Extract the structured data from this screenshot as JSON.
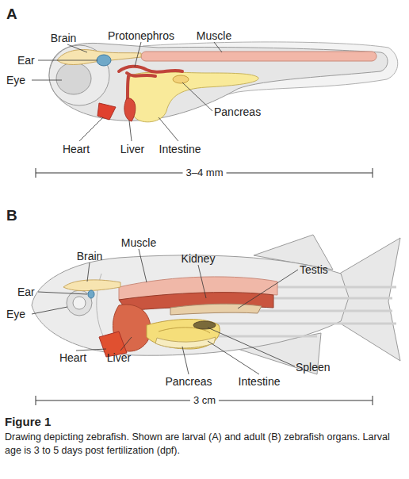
{
  "diagram": {
    "title": "Figure 1",
    "caption": "Drawing depicting zebrafish. Shown are larval (A) and adult (B) zebrafish organs. Larval age is 3 to 5 days post fertilization (dpf).",
    "labels": [
      "A",
      "Brain",
      "Protonephros",
      "Muscle",
      "Ear",
      "Eye",
      "Pancreas",
      "Heart",
      "Liver",
      "Intestine",
      "3–4 mm",
      "B",
      "Muscle",
      "Brain",
      "Kidney",
      "Testis",
      "Ear",
      "Eye",
      "Heart",
      "Liver",
      "Spleen",
      "Pancreas",
      "Intestine",
      "3 cm"
    ]
  }
}
